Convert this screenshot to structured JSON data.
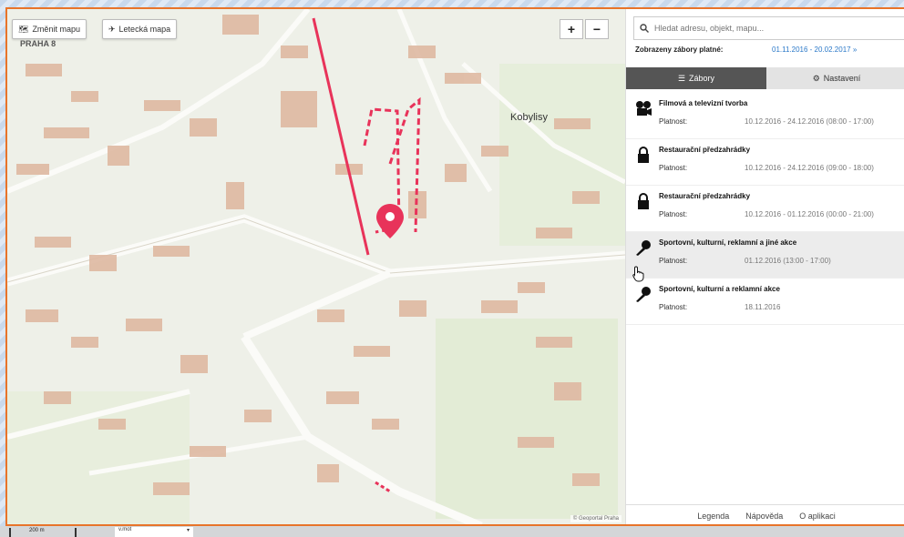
{
  "map": {
    "change_map_label": "Změnit mapu",
    "aerial_map_label": "Letecká mapa",
    "zoom_in": "+",
    "zoom_out": "−",
    "district_label": "Kobylisy",
    "partial_label": "PRAHA 8",
    "attribution": "© Geoportal Praha",
    "scale_label": "200 m",
    "select_label": "v.mot",
    "pin_color": "#e8335a",
    "route_color": "#e8335a"
  },
  "sidebar": {
    "search_placeholder": "Hledat adresu, objekt, mapu...",
    "shown_label": "Zobrazeny zábory platné:",
    "shown_range": "01.11.2016 - 20.02.2017 »",
    "tabs": [
      {
        "label": "Zábory",
        "icon": "list-icon"
      },
      {
        "label": "Nastavení",
        "icon": "gear-icon"
      }
    ],
    "items": [
      {
        "icon": "film-icon",
        "title": "Filmová a televizní tvorba",
        "validity_label": "Platnost:",
        "validity": "10.12.2016 - 24.12.2016 (08:00 - 17:00)"
      },
      {
        "icon": "lock-icon",
        "title": "Restaurační předzahrádky",
        "validity_label": "Platnost:",
        "validity": "10.12.2016 - 24.12.2016 (09:00 - 18:00)"
      },
      {
        "icon": "lock-icon",
        "title": "Restaurační předzahrádky",
        "validity_label": "Platnost:",
        "validity": "10.12.2016 - 01.12.2016 (00:00 - 21:00)"
      },
      {
        "icon": "microphone-icon",
        "title": "Sportovní, kulturní, reklamní a jiné akce",
        "validity_label": "Platnost:",
        "validity": "01.12.2016 (13:00 - 17:00)"
      },
      {
        "icon": "microphone-icon",
        "title": "Sportovní, kulturní a reklamní akce",
        "validity_label": "Platnost:",
        "validity": "18.11.2016"
      }
    ],
    "footer": [
      {
        "label": "Legenda"
      },
      {
        "label": "Nápověda"
      },
      {
        "label": "O aplikaci"
      }
    ]
  }
}
